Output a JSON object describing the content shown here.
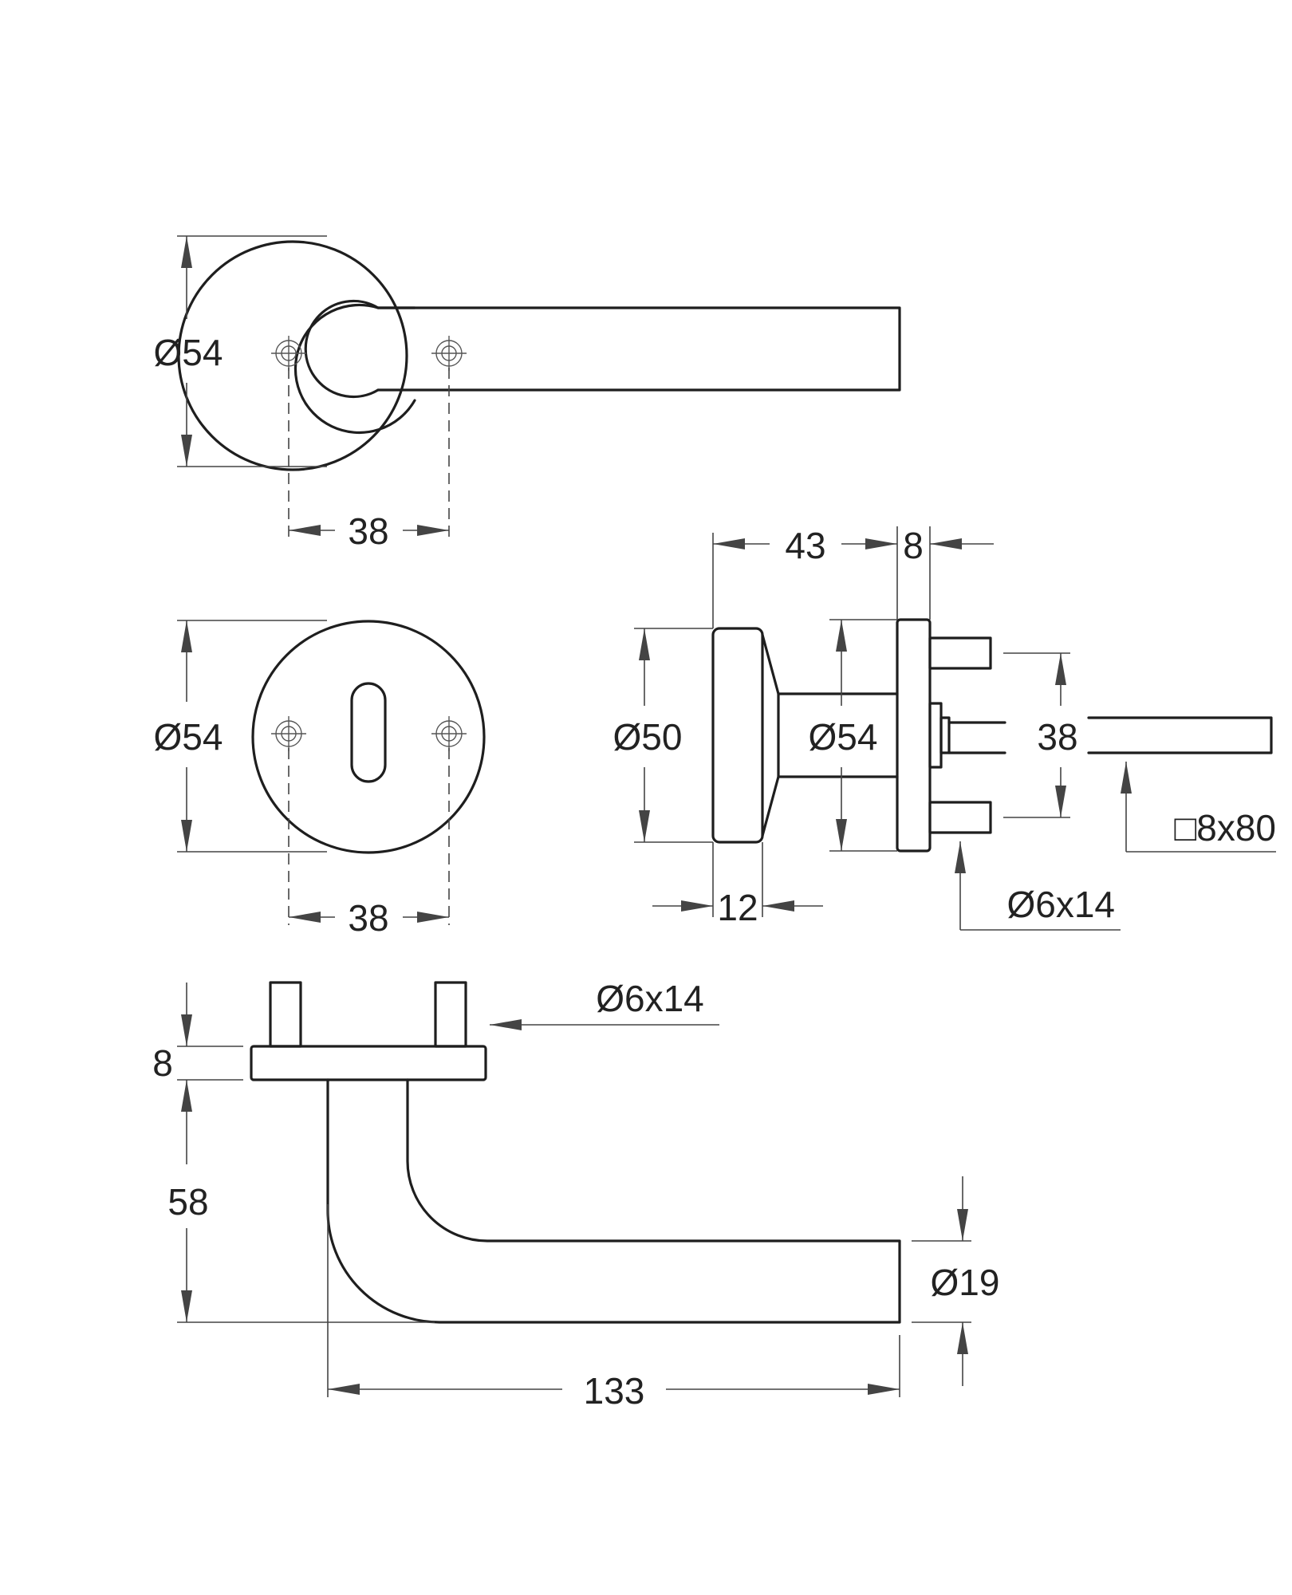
{
  "labels": {
    "rose_diameter_top": "Ø54",
    "rose_screw_spacing_top": "38",
    "escutcheon_diameter": "Ø54",
    "escutcheon_screw_spacing": "38",
    "side_length_43": "43",
    "side_plate_8": "8",
    "side_diameter_50": "Ø50",
    "side_diameter_54": "Ø54",
    "side_pin_spacing_38": "38",
    "spindle_size": "□8x80",
    "side_pin_size": "Ø6x14",
    "side_width_12": "12",
    "bottom_pin_size": "Ø6x14",
    "bottom_plate_8": "8",
    "bottom_height_58": "58",
    "bottom_tube_diameter": "Ø19",
    "bottom_length_133": "133"
  },
  "colors": {
    "outline": "#1e1e1e",
    "dimension": "#444444",
    "background": "#ffffff"
  }
}
